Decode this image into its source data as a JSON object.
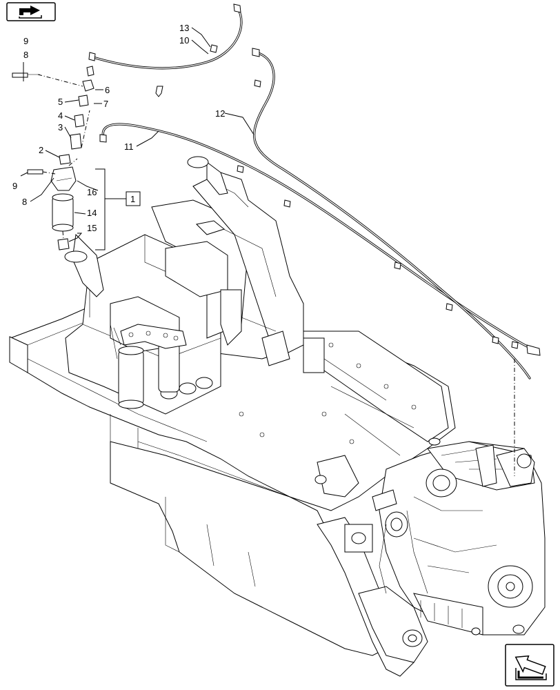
{
  "callouts": {
    "c9a": "9",
    "c8a": "8",
    "c13": "13",
    "c10": "10",
    "c6": "6",
    "c5": "5",
    "c7": "7",
    "c4": "4",
    "c3": "3",
    "c12": "12",
    "c11": "11",
    "c2": "2",
    "c9b": "9",
    "c8b": "8",
    "c16": "16",
    "c1": "1",
    "c14": "14",
    "c15": "15"
  },
  "icons": {
    "top_nav": "previous-page-arrow-icon",
    "bottom_nav": "next-page-arrow-icon"
  }
}
